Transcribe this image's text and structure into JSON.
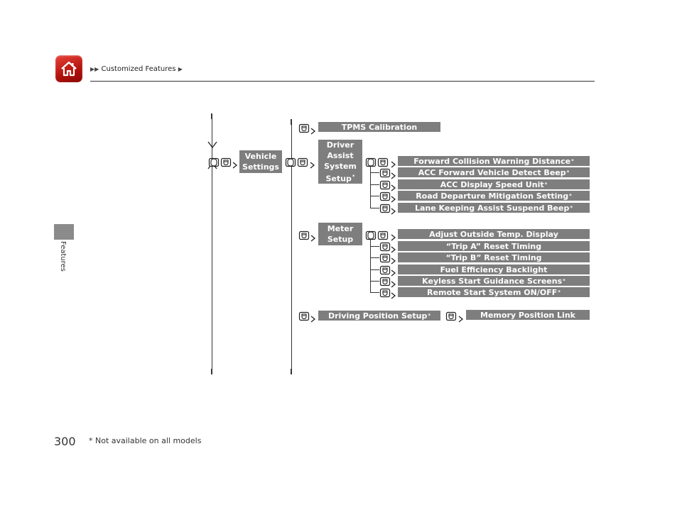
{
  "header": {
    "breadcrumb_prefix": "▶▶",
    "breadcrumb": "Customized Features",
    "breadcrumb_suffix": "▶"
  },
  "side_tab": {
    "label": "Features"
  },
  "page_number": "300",
  "footnote": "* Not available on all models",
  "menu": {
    "root": [
      "Vehicle",
      "Settings"
    ],
    "tpms": "TPMS Calibration",
    "driver_assist": {
      "label": [
        "Driver",
        "Assist",
        "System",
        "Setup"
      ],
      "items": [
        {
          "label": "Forward Collision Warning Distance",
          "asterisk": "*"
        },
        {
          "label": "ACC Forward Vehicle Detect Beep",
          "asterisk": "*"
        },
        {
          "label": "ACC Display Speed Unit",
          "asterisk": "*"
        },
        {
          "label": "Road Departure Mitigation Setting",
          "asterisk": "*"
        },
        {
          "label": "Lane Keeping Assist Suspend Beep",
          "asterisk": "*"
        }
      ]
    },
    "meter": {
      "label": [
        "Meter",
        "Setup"
      ],
      "items": [
        {
          "label": "Adjust Outside Temp. Display",
          "asterisk": ""
        },
        {
          "label": "“Trip A” Reset Timing",
          "asterisk": ""
        },
        {
          "label": "“Trip B” Reset Timing",
          "asterisk": ""
        },
        {
          "label": "Fuel Efficiency Backlight",
          "asterisk": ""
        },
        {
          "label": "Keyless Start Guidance Screens",
          "asterisk": "*"
        },
        {
          "label": "Remote Start System ON/OFF",
          "asterisk": "*"
        }
      ]
    },
    "driving_position": {
      "label": "Driving Position Setup",
      "asterisk": "*"
    },
    "memory": "Memory Position Link"
  },
  "colors": {
    "box": "#7e7e7e",
    "home_red": "#c8201a",
    "tab": "#8b8b8b"
  }
}
